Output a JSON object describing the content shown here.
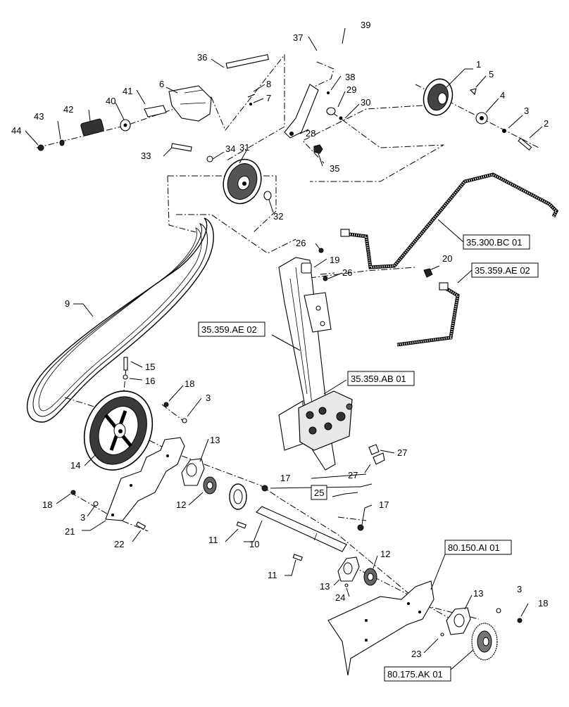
{
  "callouts": {
    "c1": "1",
    "c2": "2",
    "c3a": "3",
    "c3b": "3",
    "c3c": "3",
    "c3d": "3",
    "c4": "4",
    "c5": "5",
    "c6": "6",
    "c7": "7",
    "c8": "8",
    "c9": "9",
    "c10": "10",
    "c11a": "11",
    "c11b": "11",
    "c12a": "12",
    "c12b": "12",
    "c13a": "13",
    "c13b": "13",
    "c13c": "13",
    "c14": "14",
    "c15": "15",
    "c16": "16",
    "c17a": "17",
    "c17b": "17",
    "c18a": "18",
    "c18b": "18",
    "c18c": "18",
    "c19": "19",
    "c20": "20",
    "c21": "21",
    "c22": "22",
    "c23": "23",
    "c24": "24",
    "c25": "25",
    "c26a": "26",
    "c26b": "26",
    "c27a": "27",
    "c27b": "27",
    "c28": "28",
    "c29": "29",
    "c30": "30",
    "c31": "31",
    "c32": "32",
    "c33": "33",
    "c34": "34",
    "c35": "35",
    "c36": "36",
    "c37": "37",
    "c38": "38",
    "c39": "39",
    "c40": "40",
    "c41": "41",
    "c42": "42",
    "c43": "43",
    "c44": "44"
  },
  "references": {
    "r1": "35.300.BC 01",
    "r2": "35.359.AE 02",
    "r3": "35.359.AE 02",
    "r4": "35.359.AB 01",
    "r5": "80.150.AI 01",
    "r6": "80.175.AK 01"
  }
}
